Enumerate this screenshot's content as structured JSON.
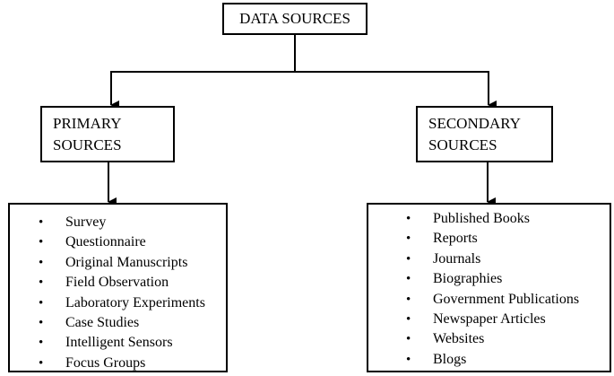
{
  "root": {
    "label": "DATA SOURCES"
  },
  "primary": {
    "line1": "PRIMARY",
    "line2": "SOURCES",
    "items": [
      "Survey",
      "Questionnaire",
      "Original Manuscripts",
      "Field Observation",
      "Laboratory Experiments",
      "Case Studies",
      "Intelligent Sensors",
      "Focus Groups"
    ]
  },
  "secondary": {
    "line1": "SECONDARY",
    "line2": "SOURCES",
    "items": [
      "Published Books",
      "Reports",
      "Journals",
      "Biographies",
      "Government Publications",
      "Newspaper Articles",
      "Websites",
      "Blogs"
    ]
  }
}
